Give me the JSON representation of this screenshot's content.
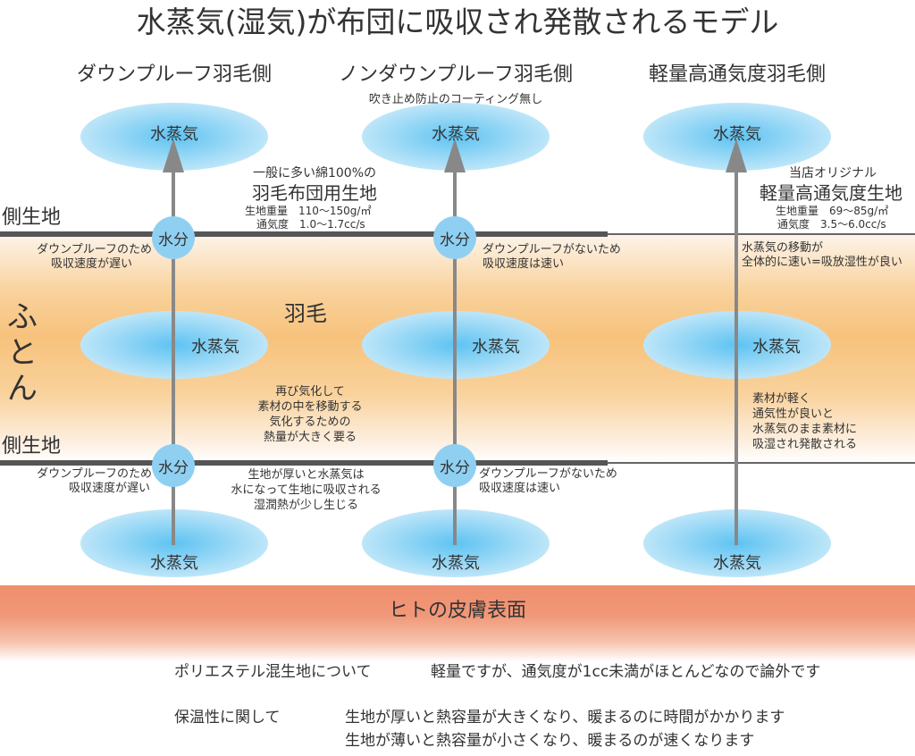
{
  "title": "水蒸気(湿気)が布団に吸収され発散されるモデル",
  "columns": [
    {
      "heading": "ダウンプルーフ羽毛側"
    },
    {
      "heading": "ノンダウンプルーフ羽毛側",
      "subheading": "吹き止め防止のコーティング無し"
    },
    {
      "heading": "軽量高通気度羽毛側"
    }
  ],
  "vapor": "水蒸気",
  "moisture": "水分",
  "side_fabric": "側生地",
  "futon": "ふとん",
  "down": "羽毛",
  "skin": "ヒトの皮膚表面",
  "fabric_common": {
    "intro": "一般に多い綿100%の",
    "name": "羽毛布団用生地",
    "weight": "生地重量　110〜150g/㎡",
    "air": "通気度　1.0〜1.7cc/s"
  },
  "fabric_original": {
    "intro": "当店オリジナル",
    "name": "軽量高通気度生地",
    "weight": "生地重量　69〜85g/㎡",
    "air": "通気度　3.5〜6.0cc/s"
  },
  "notes": {
    "dp_top": [
      "ダウンプルーフのため",
      "吸収速度が遅い"
    ],
    "ndp_top": [
      "ダウンプルーフがないため",
      "吸収速度は速い"
    ],
    "light_top": [
      "水蒸気の移動が",
      "全体的に速い=吸放湿性が良い"
    ],
    "middle": [
      "再び気化して",
      "素材の中を移動する",
      "気化するための",
      "熱量が大きく要る"
    ],
    "light_mid": [
      "素材が軽く",
      "通気性が良いと",
      "水蒸気のまま素材に",
      "吸湿され発散される"
    ],
    "dp_bottom": [
      "ダウンプルーフのため",
      "吸収速度が遅い"
    ],
    "bottom_mid": [
      "生地が厚いと水蒸気は",
      "水になって生地に吸収される",
      "湿潤熱が少し生じる"
    ],
    "ndp_bottom": [
      "ダウンプルーフがないため",
      "吸収速度は速い"
    ]
  },
  "footer": {
    "poly_label": "ポリエステル混生地について",
    "poly_text": "軽量ですが、通気度が1cc未満がほとんどなので論外です",
    "warm_label": "保温性に関して",
    "warm_lines": [
      "生地が厚いと熱容量が大きくなり、暖まるのに時間がかかります",
      "生地が薄いと熱容量が小さくなり、暖まるのが速くなります"
    ]
  }
}
